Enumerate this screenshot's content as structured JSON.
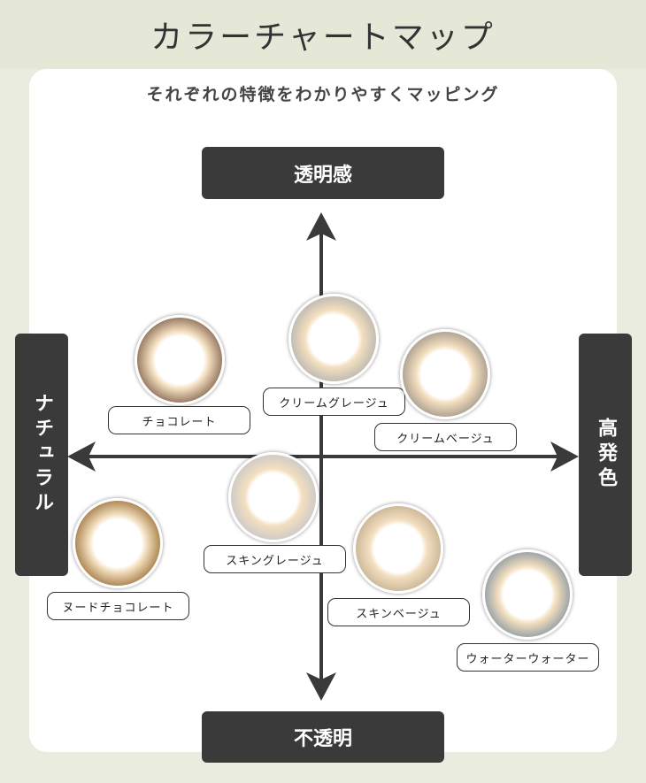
{
  "title": "カラーチャートマップ",
  "subtitle": "それぞれの特徴をわかりやすくマッピング",
  "axes": {
    "top": "透明感",
    "bottom": "不透明",
    "left": "ナチュラル",
    "right": "高発色"
  },
  "lenses": [
    {
      "name": "チョコレート",
      "color": "#8a6a55"
    },
    {
      "name": "クリームグレージュ",
      "color": "#b9b6b0"
    },
    {
      "name": "クリームベージュ",
      "color": "#a59a8c"
    },
    {
      "name": "スキングレージュ",
      "color": "#c9c8c8"
    },
    {
      "name": "ヌードチョコレート",
      "color": "#a27a45"
    },
    {
      "name": "スキンベージュ",
      "color": "#c8b294"
    },
    {
      "name": "ウォーターウォーター",
      "color": "#8f9aa3"
    }
  ]
}
